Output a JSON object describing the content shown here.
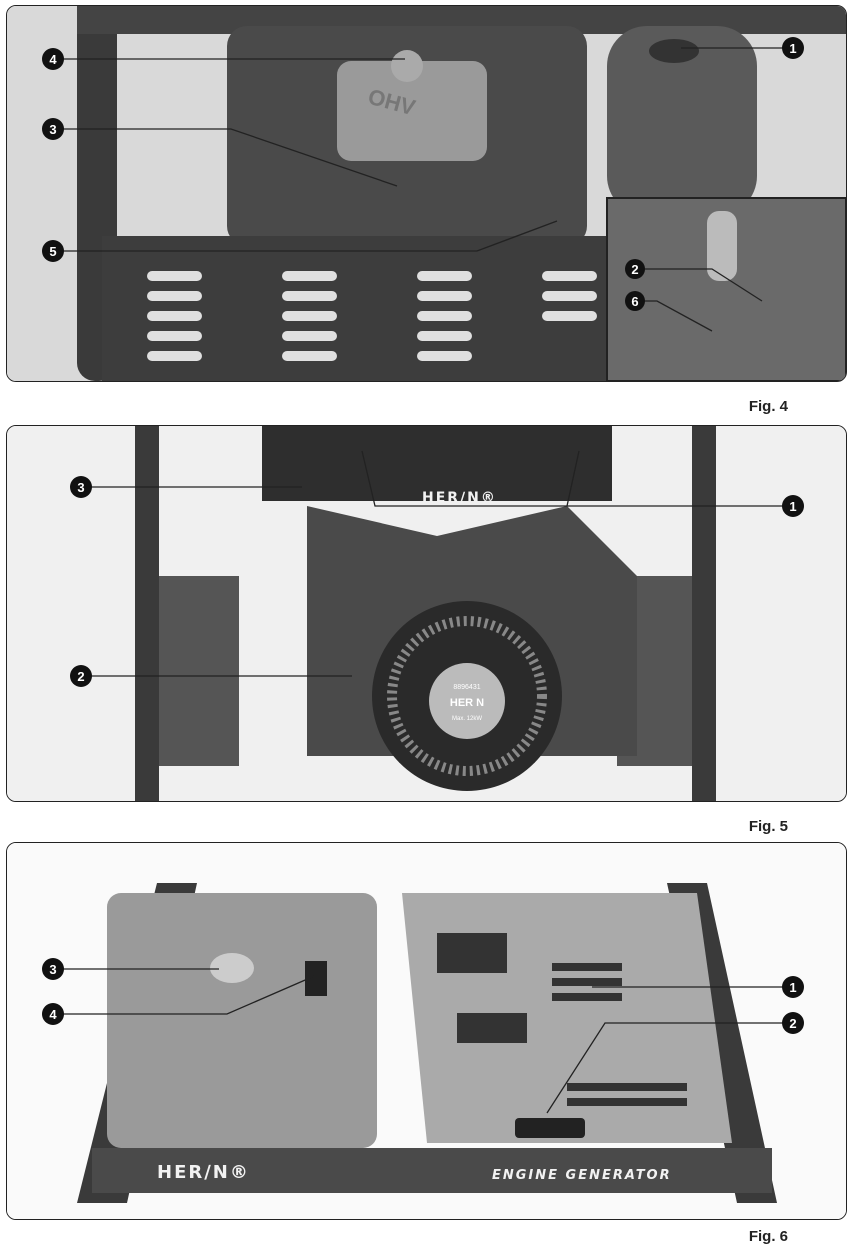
{
  "figures": [
    {
      "label": "Fig. 4",
      "callouts": [
        "1",
        "2",
        "3",
        "4",
        "5",
        "6"
      ],
      "engine_marking": "OHV"
    },
    {
      "label": "Fig. 5",
      "callouts": [
        "1",
        "2",
        "3"
      ],
      "brand": "HER∕N®",
      "recoil_cover": {
        "serial": "8896431",
        "brand": "HER N",
        "power": "Max. 12kW"
      }
    },
    {
      "label": "Fig. 6",
      "callouts": [
        "1",
        "2",
        "3",
        "4"
      ],
      "frame_brand": "HER∕N®",
      "frame_text": "ENGINE GENERATOR"
    }
  ]
}
